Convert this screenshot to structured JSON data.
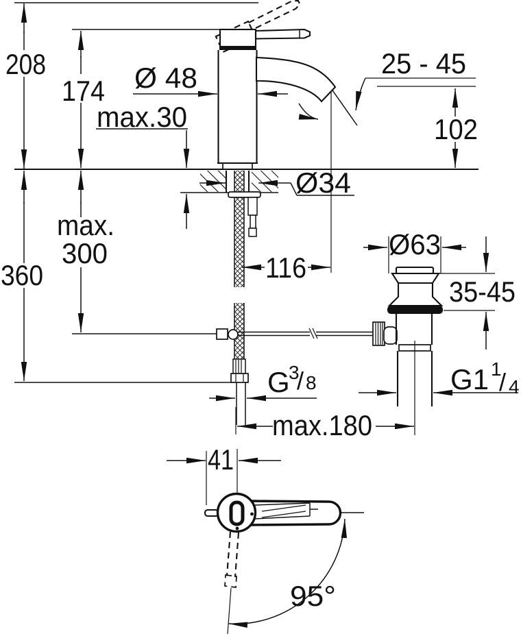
{
  "document": {
    "type": "technical-dimension-drawing",
    "subject": "single-lever basin mixer faucet with pop-up waste, side view and top view",
    "colors": {
      "ink": "#111111",
      "paper": "#ffffff"
    }
  },
  "labels": {
    "total_height": "208",
    "body_height": "174",
    "body_diameter": "Ø 48",
    "deck_max_thickness": "max.30",
    "stream_angle_range": "25 - 45",
    "spout_outlet_height": "102",
    "mounting_hole_diameter": "Ø34",
    "popup_rod_max_word": "max.",
    "popup_rod_max_value": "300",
    "supply_hose_length": "360",
    "spout_projection": "116",
    "waste_flange_diameter": "Ø63",
    "basin_thickness_range": "35-45",
    "max_waste_distance": "max.180",
    "handle_axis_offset": "41",
    "handle_swivel_angle": "95°",
    "supply_thread": {
      "prefix": "G",
      "numerator": "3",
      "slash": "/",
      "denominator": "8"
    },
    "waste_thread": {
      "prefix": "G1",
      "numerator": "1",
      "slash": "/",
      "denominator": "4"
    }
  }
}
